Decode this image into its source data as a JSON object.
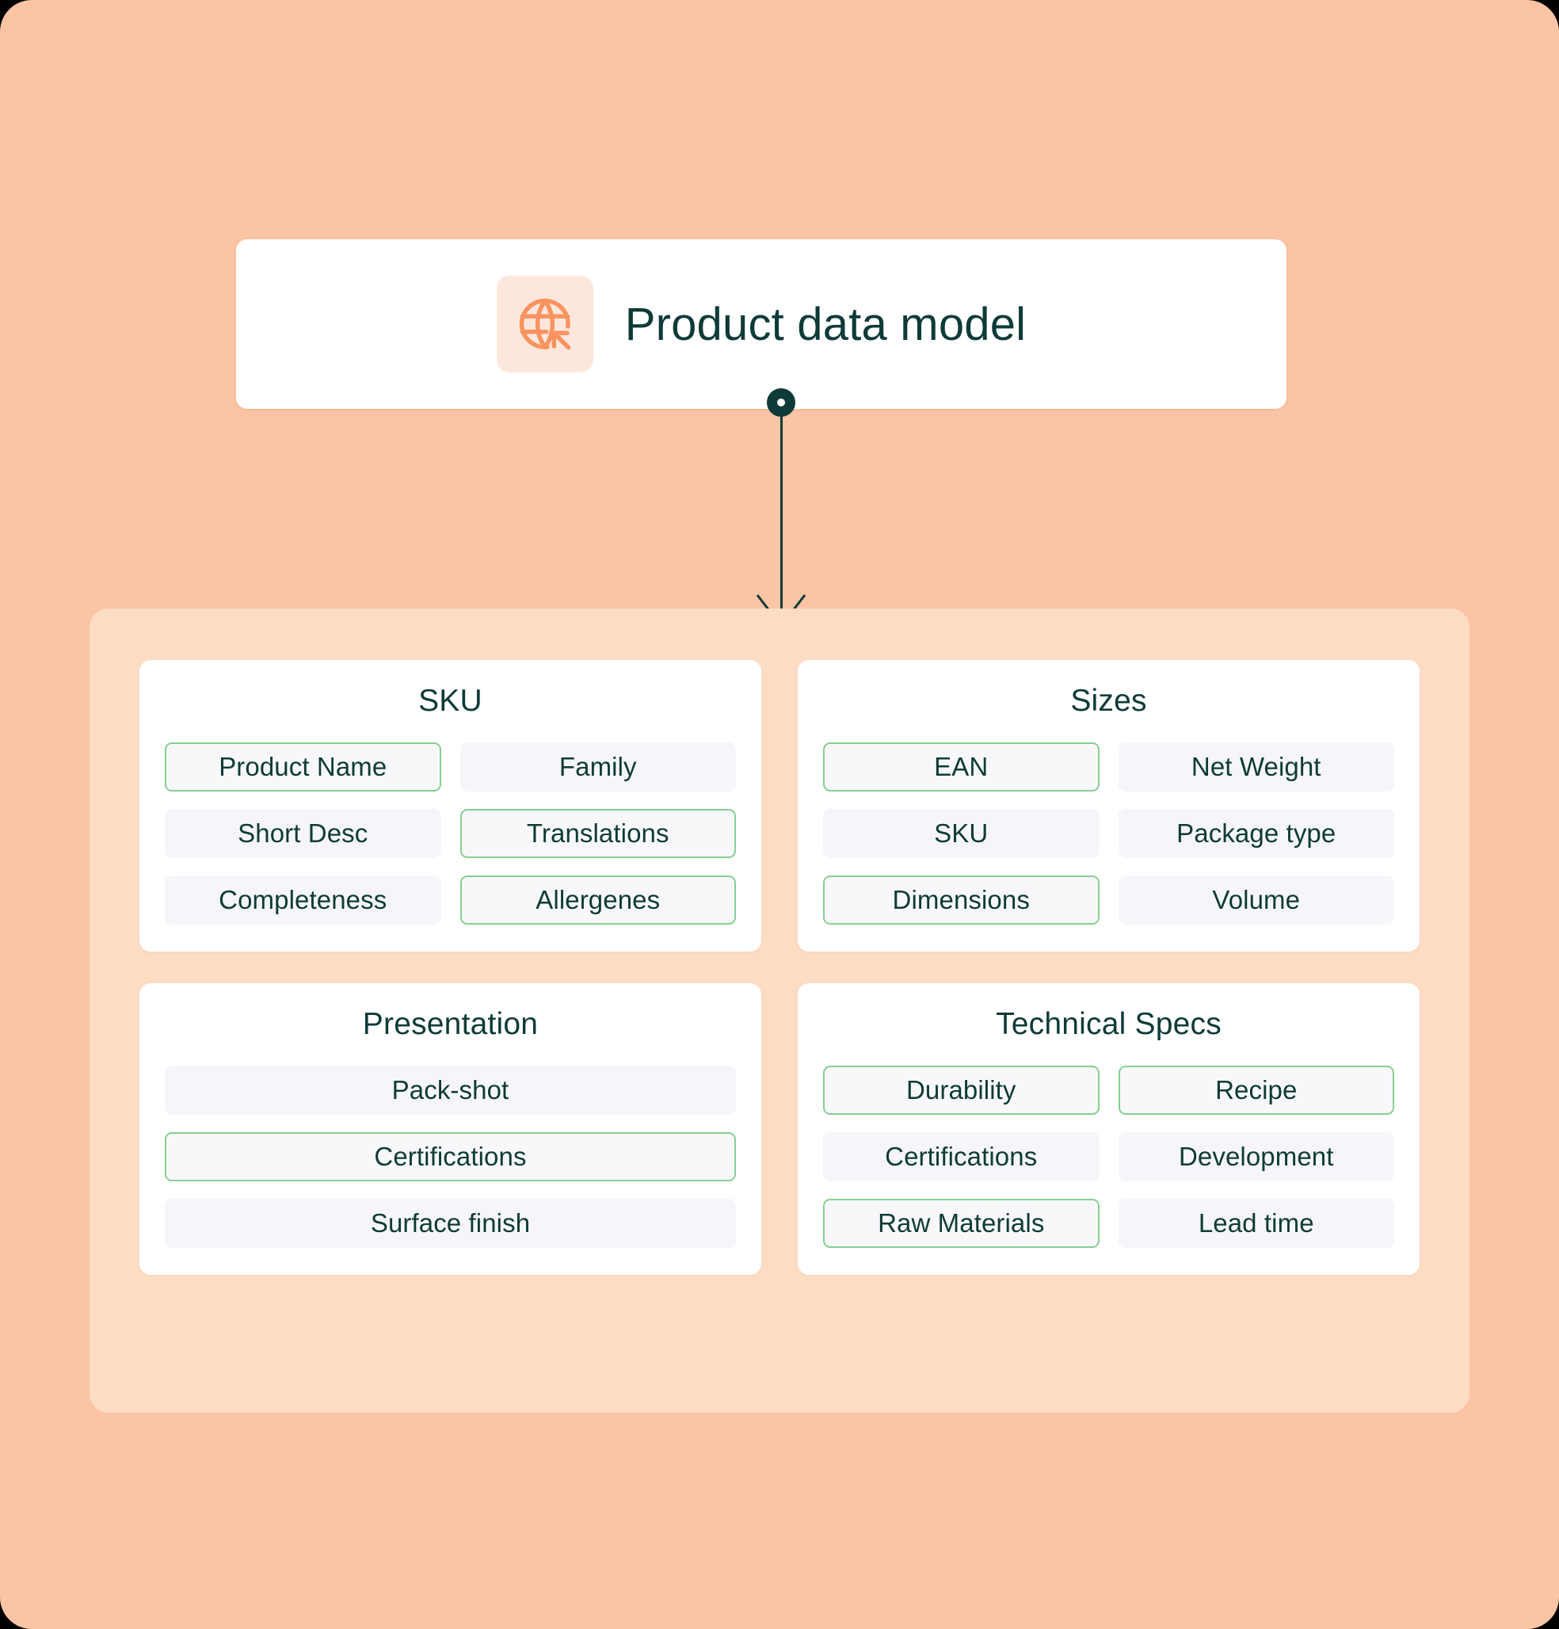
{
  "header": {
    "title": "Product data model",
    "icon": "globe-cursor-icon",
    "icon_color": "#F9935F",
    "icon_tile_color": "#FDE7DC"
  },
  "connector": {
    "name": "flow-arrow-connector",
    "color": "#0E3B38",
    "dot": "node-dot",
    "arrow": "arrow-down"
  },
  "theme": {
    "page_background": "#FBC4A4",
    "panel_background": "#FDDCC4",
    "card_background": "#FFFFFF",
    "chip_background": "#F6F6FA",
    "highlight_border": "#87CF93",
    "text_color": "#0E3B38"
  },
  "panel": {
    "cards": [
      {
        "id": "sku",
        "title": "SKU",
        "columns": 2,
        "chips": [
          {
            "label": "Product Name",
            "highlight": true
          },
          {
            "label": "Family",
            "highlight": false
          },
          {
            "label": "Short Desc",
            "highlight": false
          },
          {
            "label": "Translations",
            "highlight": true
          },
          {
            "label": "Completeness",
            "highlight": false
          },
          {
            "label": "Allergenes",
            "highlight": true
          }
        ]
      },
      {
        "id": "sizes",
        "title": "Sizes",
        "columns": 2,
        "chips": [
          {
            "label": "EAN",
            "highlight": true
          },
          {
            "label": "Net Weight",
            "highlight": false
          },
          {
            "label": "SKU",
            "highlight": false
          },
          {
            "label": "Package type",
            "highlight": false
          },
          {
            "label": "Dimensions",
            "highlight": true
          },
          {
            "label": "Volume",
            "highlight": false
          }
        ]
      },
      {
        "id": "presentation",
        "title": "Presentation",
        "columns": 1,
        "chips": [
          {
            "label": "Pack-shot",
            "highlight": false
          },
          {
            "label": "Certifications",
            "highlight": true
          },
          {
            "label": "Surface finish",
            "highlight": false
          }
        ]
      },
      {
        "id": "technical-specs",
        "title": "Technical Specs",
        "columns": 2,
        "chips": [
          {
            "label": "Durability",
            "highlight": true
          },
          {
            "label": "Recipe",
            "highlight": true
          },
          {
            "label": "Certifications",
            "highlight": false
          },
          {
            "label": "Development",
            "highlight": false
          },
          {
            "label": "Raw Materials",
            "highlight": true
          },
          {
            "label": "Lead time",
            "highlight": false
          }
        ]
      }
    ]
  }
}
